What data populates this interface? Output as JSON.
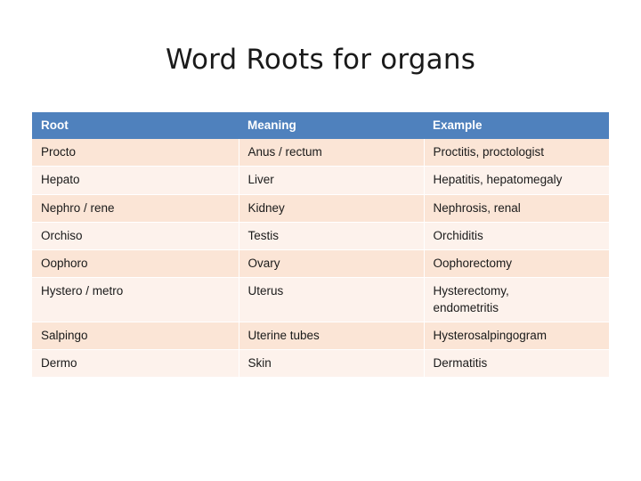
{
  "slide": {
    "title": "Word Roots for organs"
  },
  "table": {
    "headers": [
      "Root",
      "Meaning",
      "Example"
    ],
    "header_bg": "#4f81bd",
    "header_text_color": "#ffffff",
    "row_bg_odd": "#fbe5d6",
    "row_bg_even": "#fdf2ec",
    "rows": [
      {
        "root": "Procto",
        "meaning": "Anus / rectum",
        "example": "Proctitis, proctologist"
      },
      {
        "root": "Hepato",
        "meaning": "Liver",
        "example": "Hepatitis, hepatomegaly"
      },
      {
        "root": "Nephro / rene",
        "meaning": "Kidney",
        "example": "Nephrosis, renal"
      },
      {
        "root": "Orchiso",
        "meaning": "Testis",
        "example": "Orchiditis"
      },
      {
        "root": "Oophoro",
        "meaning": "Ovary",
        "example": "Oophorectomy"
      },
      {
        "root": "Hystero / metro",
        "meaning": "Uterus",
        "example_line1": "Hysterectomy,",
        "example_line2": "endometritis"
      },
      {
        "root": "Salpingo",
        "meaning": "Uterine tubes",
        "example": "Hysterosalpingogram"
      },
      {
        "root": "Dermo",
        "meaning": "Skin",
        "example": "Dermatitis"
      }
    ]
  }
}
